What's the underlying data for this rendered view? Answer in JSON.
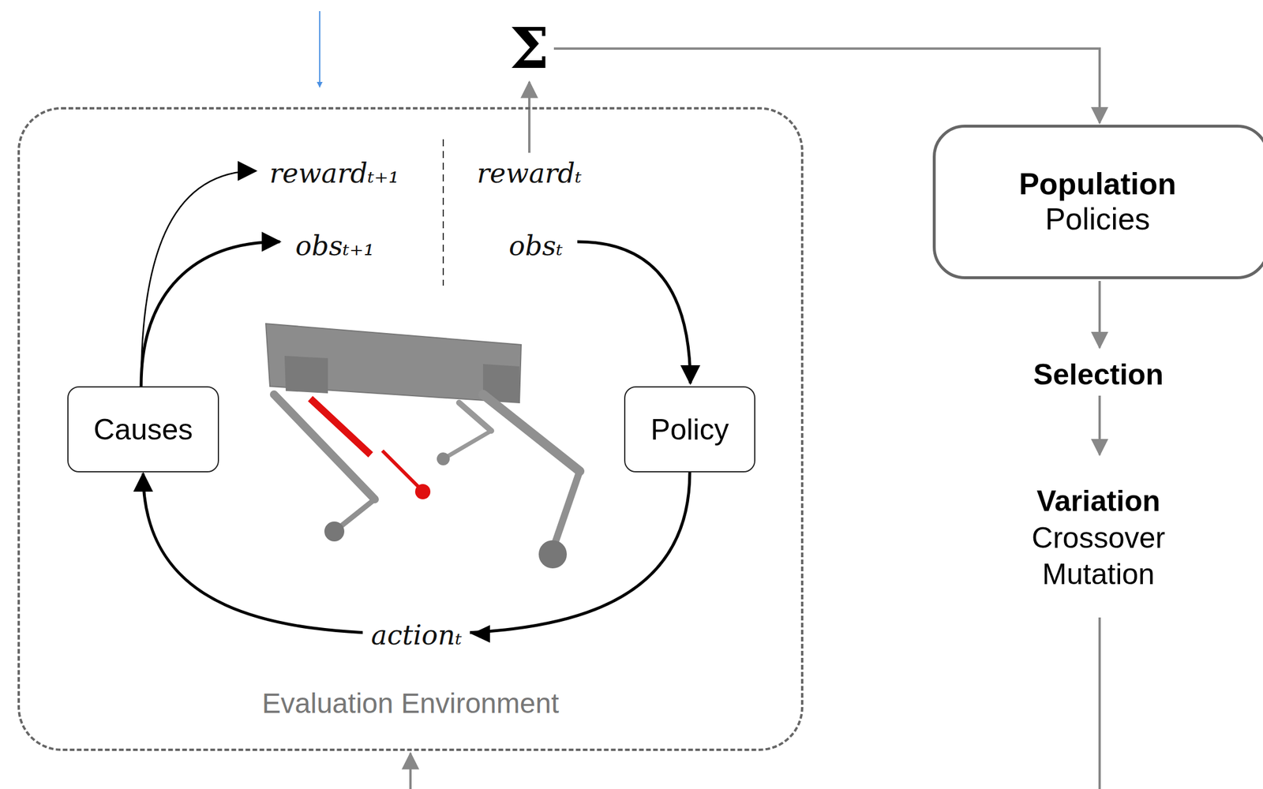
{
  "diagram": {
    "nodes": [
      {
        "text": [
          "Evaluation Environment"
        ]
      },
      {
        "text": [
          "Causes"
        ],
        "in": 0
      },
      {
        "text": [
          "Policy"
        ],
        "in": 0
      },
      {
        "text": [
          "Population",
          "Policies"
        ]
      }
    ],
    "edges": [
      {
        "from": 2,
        "to": 1,
        "label": "actionₜ",
        "arrow": "to"
      }
    ],
    "labels": [
      "rewardₜ₊₁",
      "obsₜ₊₁",
      "rewardₜ",
      "obsₜ",
      "Σ",
      "Selection",
      "Variation",
      "Crossover",
      "Mutation"
    ]
  }
}
